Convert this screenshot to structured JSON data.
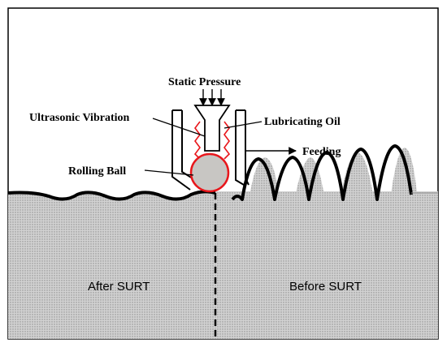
{
  "labels": {
    "static_pressure": "Static Pressure",
    "ultrasonic_vibration": "Ultrasonic Vibration",
    "lubricating_oil": "Lubricating Oil",
    "feeding": "Feeding",
    "rolling_ball": "Rolling Ball",
    "after_surt": "After SURT",
    "before_surt": "Before SURT"
  },
  "colors": {
    "ball_fill": "#c8c6c3",
    "ball_outline": "#e8161b",
    "oil_zigzag": "#e8161b",
    "material_fill": "#c9c9c9"
  }
}
